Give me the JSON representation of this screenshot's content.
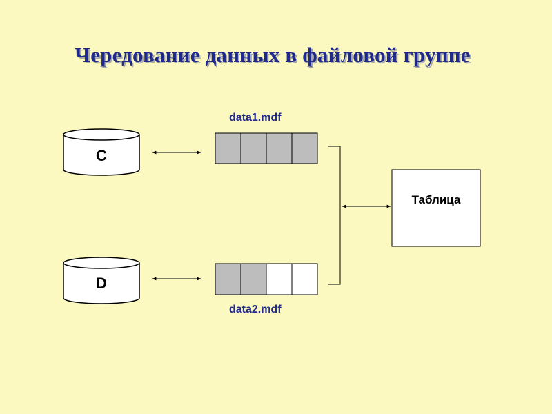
{
  "title": "Чередование данных в файловой группе",
  "drives": [
    {
      "letter": "C"
    },
    {
      "letter": "D"
    }
  ],
  "files": [
    {
      "name": "data1.mdf",
      "blocks_filled": [
        true,
        true,
        true,
        true
      ]
    },
    {
      "name": "data2.mdf",
      "blocks_filled": [
        true,
        true,
        false,
        false
      ]
    }
  ],
  "table_label": "Таблица",
  "colors": {
    "background": "#FBF8C0",
    "title": "#1F2A8C",
    "filled_block": "#BDBDBD",
    "empty_block": "#FFFFFF"
  }
}
